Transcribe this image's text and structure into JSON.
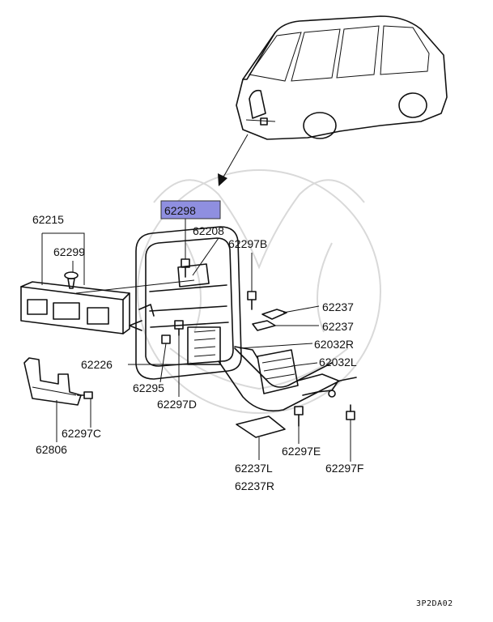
{
  "labels": [
    {
      "id": "62298",
      "text": "62298",
      "highlight": true
    },
    {
      "id": "62208",
      "text": "62208"
    },
    {
      "id": "62215",
      "text": "62215"
    },
    {
      "id": "62299",
      "text": "62299"
    },
    {
      "id": "62297B",
      "text": "62297B"
    },
    {
      "id": "62237a",
      "text": "62237"
    },
    {
      "id": "62237b",
      "text": "62237"
    },
    {
      "id": "62032R",
      "text": "62032R"
    },
    {
      "id": "62032L",
      "text": "62032L"
    },
    {
      "id": "62226",
      "text": "62226"
    },
    {
      "id": "62295",
      "text": "62295"
    },
    {
      "id": "62297D",
      "text": "62297D"
    },
    {
      "id": "62297C",
      "text": "62297C"
    },
    {
      "id": "62806",
      "text": "62806"
    },
    {
      "id": "62297E",
      "text": "62297E"
    },
    {
      "id": "62237L",
      "text": "62237L"
    },
    {
      "id": "62237R",
      "text": "62237R"
    },
    {
      "id": "62297F",
      "text": "62297F"
    }
  ],
  "figure_code": "3P2DA02",
  "colors": {
    "highlight": "#8f8fe0",
    "line": "#111111",
    "watermark": "#d9d9d9"
  }
}
